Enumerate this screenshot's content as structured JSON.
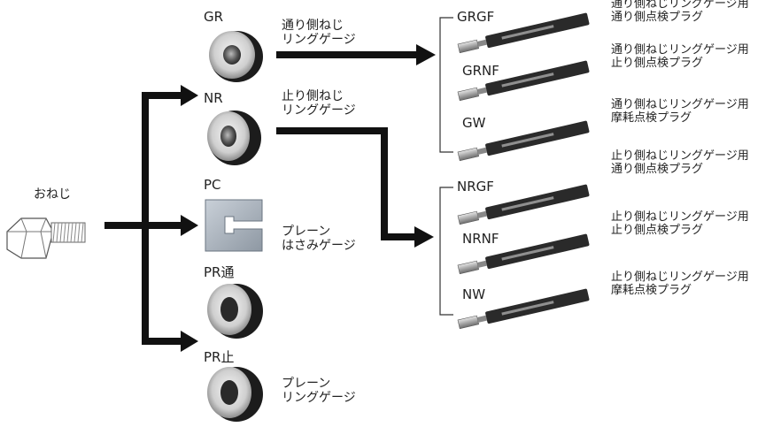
{
  "bolt": {
    "label": "おねじ"
  },
  "rings": [
    {
      "code": "GR",
      "desc": [
        "通り側ねじ",
        "リングゲージ"
      ]
    },
    {
      "code": "NR",
      "desc": [
        "止り側ねじ",
        "リングゲージ"
      ]
    },
    {
      "code": "PC",
      "desc": [
        "プレーン",
        "はさみゲージ"
      ]
    },
    {
      "code": "PR通",
      "desc": []
    },
    {
      "code": "PR止",
      "desc": [
        "プレーン",
        "リングゲージ"
      ]
    }
  ],
  "plugs": [
    {
      "code": "GRGF",
      "desc": [
        "通り側ねじリングゲージ用",
        "通り側点検プラグ"
      ]
    },
    {
      "code": "GRNF",
      "desc": [
        "通り側ねじリングゲージ用",
        "止り側点検プラグ"
      ]
    },
    {
      "code": "GW",
      "desc": [
        "通り側ねじリングゲージ用",
        "摩耗点検プラグ"
      ]
    },
    {
      "code": "NRGF",
      "desc": [
        "止り側ねじリングゲージ用",
        "通り側点検プラグ"
      ]
    },
    {
      "code": "NRNF",
      "desc": [
        "止り側ねじリングゲージ用",
        "止り側点検プラグ"
      ]
    },
    {
      "code": "NW",
      "desc": [
        "止り側ねじリングゲージ用",
        "摩耗点検プラグ"
      ]
    }
  ],
  "colors": {
    "arrow": "#111111",
    "plug_body": "#2a2a2a",
    "ring_outer": "#1c1c1c"
  }
}
